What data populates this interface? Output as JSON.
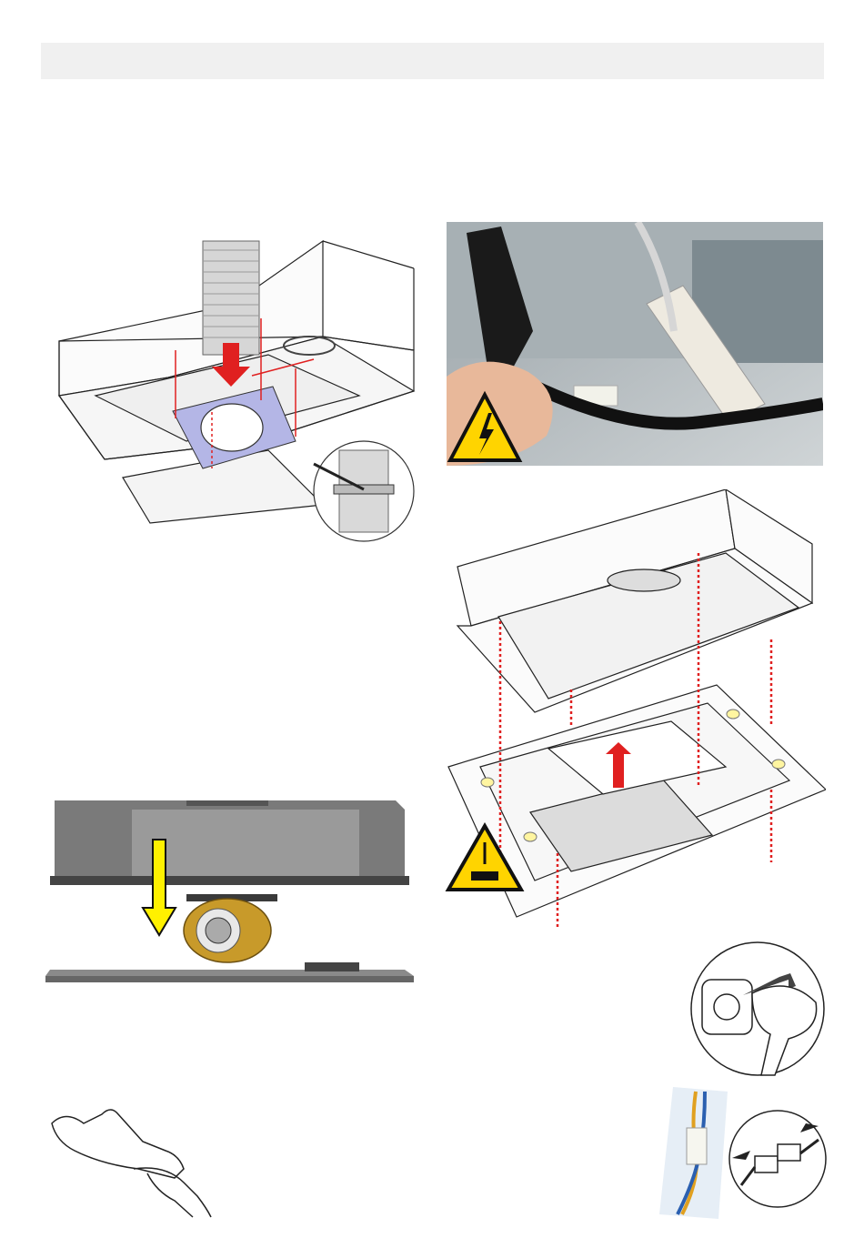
{
  "page": {
    "header_bar_text": ""
  },
  "colors": {
    "header_bar": "#f0f0f0",
    "arrow_red": "#e02020",
    "flange_blue": "#b4b6e6",
    "motor_gold": "#c89a2a",
    "warning_yellow": "#ffd400",
    "hood_dark": "#7a7a7a"
  },
  "figures": [
    {
      "id": "duct-install-diagram",
      "icons": [
        "flex-duct-icon",
        "hood-canopy-icon",
        "hose-clamp-icon",
        "screwdriver-icon"
      ]
    },
    {
      "id": "electrical-connector-photo",
      "icons": [
        "electric-hazard-icon",
        "connector-plug-icon"
      ]
    },
    {
      "id": "motor-removal-diagram",
      "icons": [
        "hood-box-icon",
        "motor-fan-icon",
        "down-arrow-icon"
      ]
    },
    {
      "id": "panel-mounting-diagram",
      "icons": [
        "hood-canopy-icon",
        "grease-filter-icon",
        "hand-crush-warning-icon"
      ]
    },
    {
      "id": "unplug-icon",
      "icons": [
        "wall-socket-icon",
        "hand-icon"
      ]
    },
    {
      "id": "gloves-icon",
      "icons": [
        "glove-icon"
      ]
    },
    {
      "id": "connector-photo-strip",
      "icons": [
        "wire-connector-icon"
      ]
    },
    {
      "id": "connector-join-icon",
      "icons": [
        "connector-join-icon"
      ]
    }
  ]
}
